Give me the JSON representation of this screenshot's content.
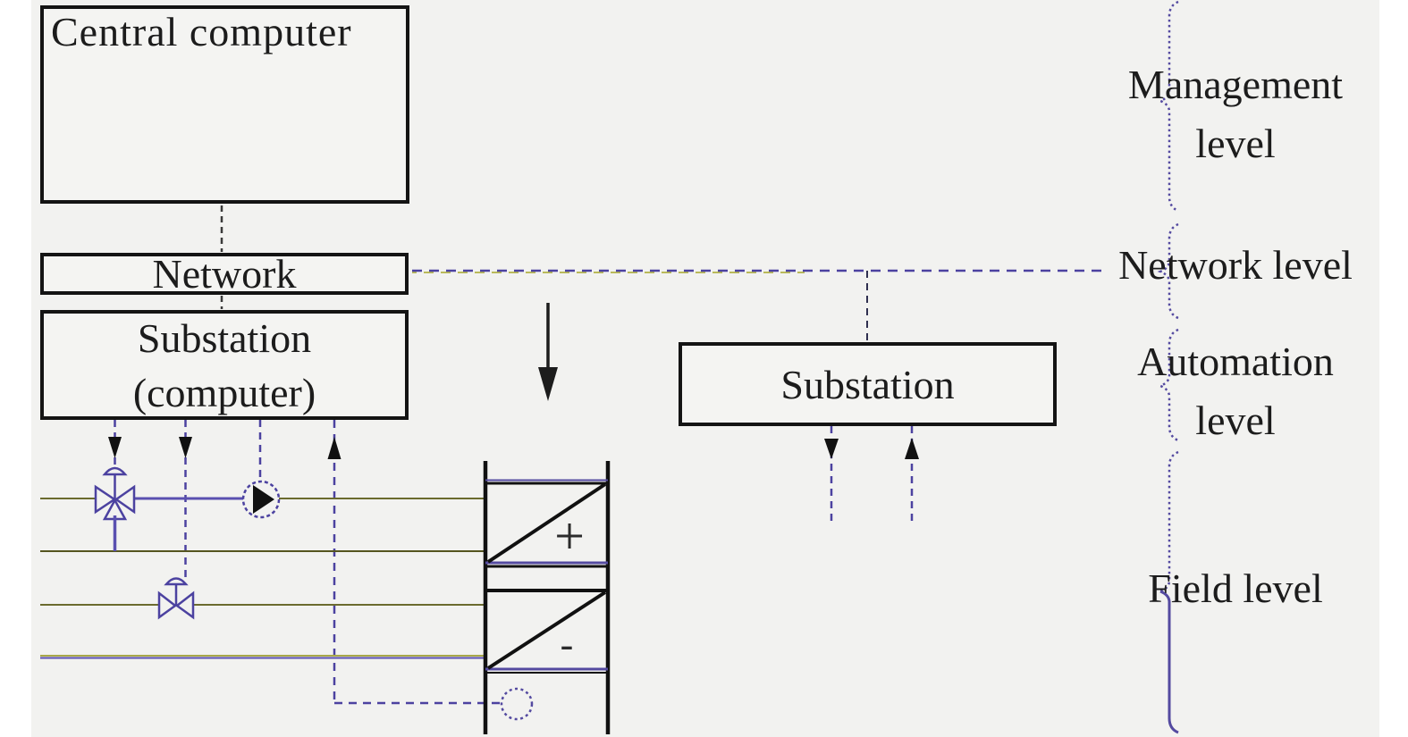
{
  "boxes": {
    "central_computer": {
      "label": "Central computer"
    },
    "network": {
      "label": "Network"
    },
    "substation_computer": {
      "line1": "Substation",
      "line2": "(computer)"
    },
    "substation_right": {
      "label": "Substation"
    }
  },
  "levels": {
    "management": {
      "line1": "Management",
      "line2": "level"
    },
    "network": {
      "line1": "Network level"
    },
    "automation": {
      "line1": "Automation",
      "line2": "level"
    },
    "field": {
      "line1": "Field level"
    }
  },
  "exchanger": {
    "plus_sign": "+",
    "minus_sign": "-"
  },
  "icons": [
    "computer-icon",
    "three-way-valve-icon",
    "two-way-valve-icon",
    "pump-icon",
    "heat-exchanger-icon",
    "temperature-sensor-icon",
    "down-arrow-icon",
    "up-arrow-icon",
    "curly-brace-icon"
  ],
  "colors": {
    "background": "#f2f2f0",
    "accent_purple": "#4c42a0",
    "brace_purple": "#544aa0",
    "pipe_olive": "#6b6b2e",
    "line_dark": "#1c1c1c"
  }
}
